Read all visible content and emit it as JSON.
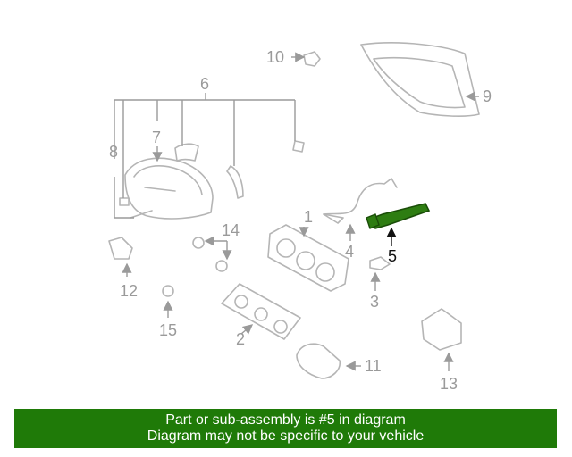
{
  "callouts": [
    {
      "id": "c1",
      "text": "1"
    },
    {
      "id": "c2",
      "text": "2"
    },
    {
      "id": "c3",
      "text": "3"
    },
    {
      "id": "c4",
      "text": "4"
    },
    {
      "id": "c5",
      "text": "5"
    },
    {
      "id": "c6",
      "text": "6"
    },
    {
      "id": "c7",
      "text": "7"
    },
    {
      "id": "c8",
      "text": "8"
    },
    {
      "id": "c9",
      "text": "9"
    },
    {
      "id": "c10",
      "text": "10"
    },
    {
      "id": "c11",
      "text": "11"
    },
    {
      "id": "c12",
      "text": "12"
    },
    {
      "id": "c13",
      "text": "13"
    },
    {
      "id": "c14",
      "text": "14"
    },
    {
      "id": "c15",
      "text": "15"
    }
  ],
  "highlighted_part": "5",
  "colors": {
    "highlight": "#2e7d12",
    "banner": "#1f7a08",
    "line": "#b5b5b5"
  },
  "banner": {
    "line1": "Part or sub-assembly is #5 in diagram",
    "line2": "Diagram may not be specific to your vehicle"
  }
}
